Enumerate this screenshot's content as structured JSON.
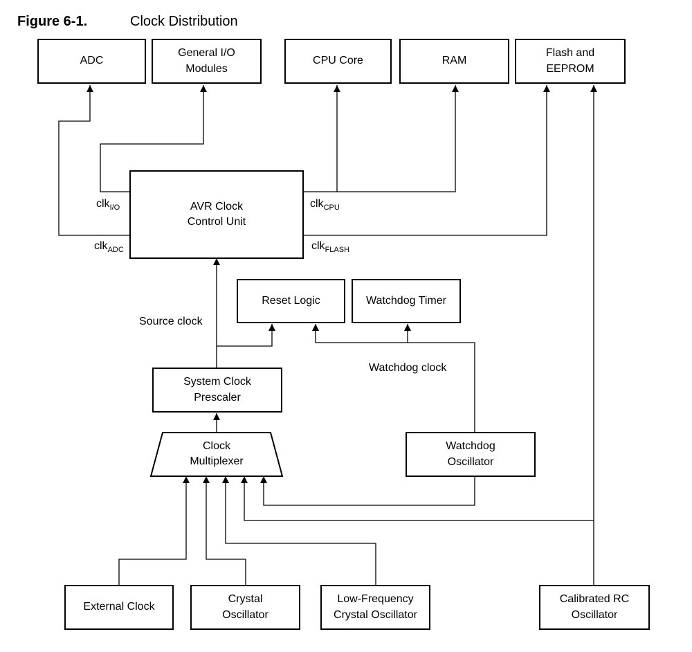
{
  "figure": {
    "number": "Figure 6-1.",
    "title": "Clock Distribution"
  },
  "blocks": {
    "adc": "ADC",
    "gio": [
      "General I/O",
      "Modules"
    ],
    "cpu": "CPU Core",
    "ram": "RAM",
    "flash": [
      "Flash and",
      "EEPROM"
    ],
    "avr": [
      "AVR Clock",
      "Control Unit"
    ],
    "reset": "Reset Logic",
    "wdt": "Watchdog Timer",
    "prescaler": [
      "System Clock",
      "Prescaler"
    ],
    "mux": [
      "Clock",
      "Multiplexer"
    ],
    "wdosc": [
      "Watchdog",
      "Oscillator"
    ],
    "ext": "External Clock",
    "xtal": [
      "Crystal",
      "Oscillator"
    ],
    "lfxtal": [
      "Low-Frequency",
      "Crystal Oscillator"
    ],
    "rc": [
      "Calibrated RC",
      "Oscillator"
    ]
  },
  "signals": {
    "clk_io": {
      "base": "clk",
      "sub": "I/O"
    },
    "clk_adc": {
      "base": "clk",
      "sub": "ADC"
    },
    "clk_cpu": {
      "base": "clk",
      "sub": "CPU"
    },
    "clk_flash": {
      "base": "clk",
      "sub": "FLASH"
    },
    "source_clock": "Source clock",
    "watchdog_clock": "Watchdog clock"
  }
}
